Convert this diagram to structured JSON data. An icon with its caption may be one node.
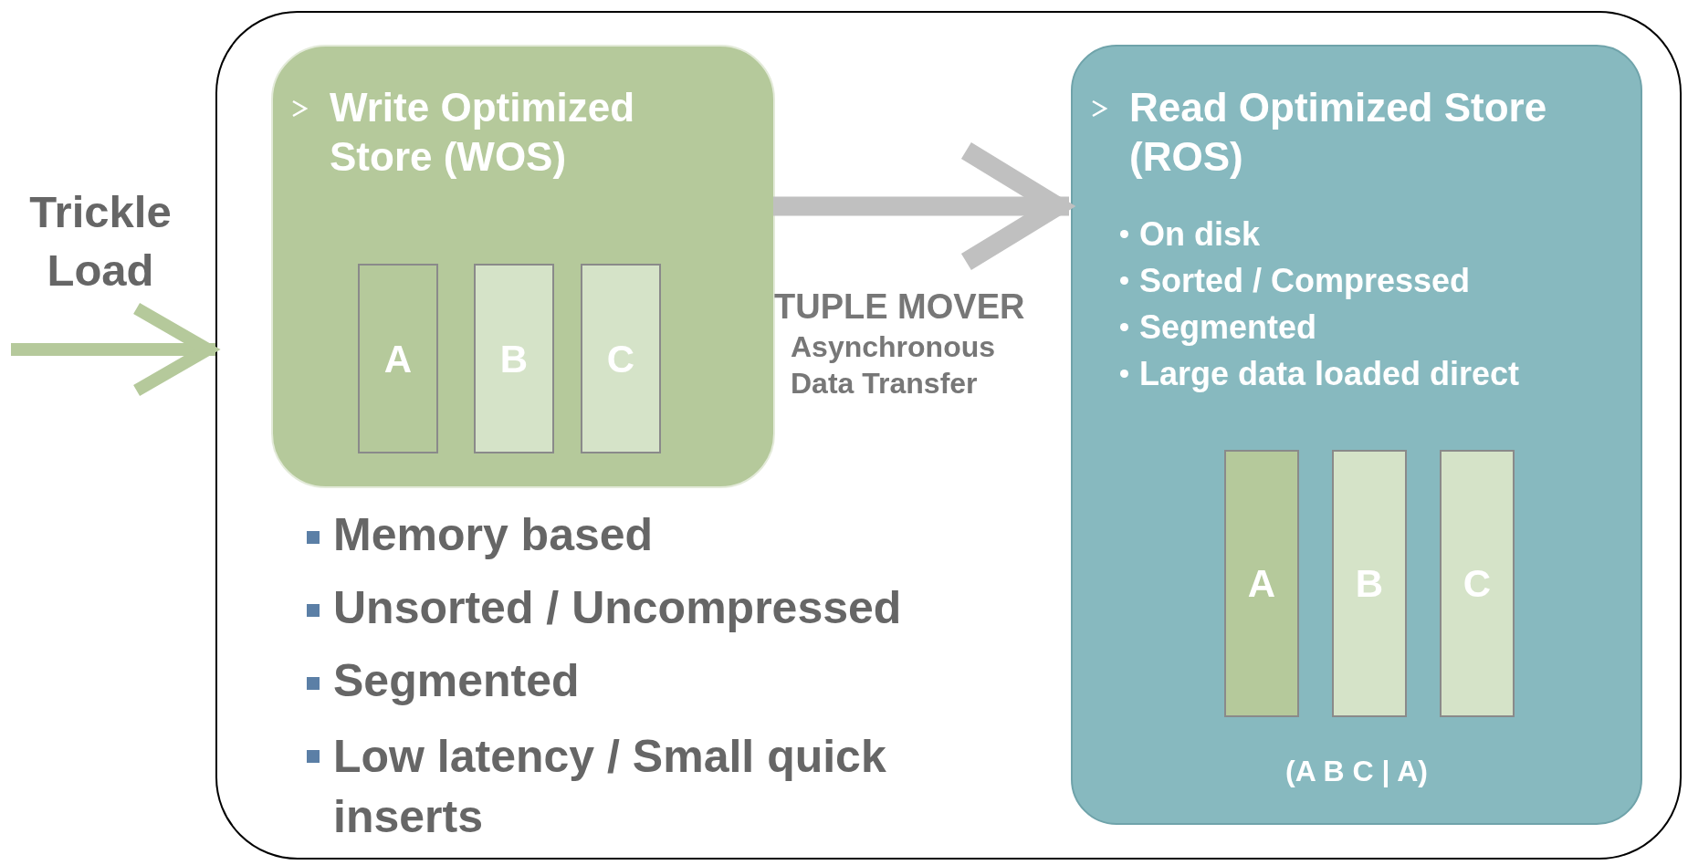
{
  "diagram": {
    "nodes": [
      {
        "text": [],
        "shape": "box"
      },
      {
        "text": [
          "Write Optimized Store (WOS)"
        ],
        "in": 0
      },
      {
        "text": [
          "A"
        ],
        "in": 1
      },
      {
        "text": [
          "B"
        ],
        "in": 1
      },
      {
        "text": [
          "C"
        ],
        "in": 1
      },
      {
        "text": [
          "Read Optimized Store (ROS)",
          "On disk",
          "Sorted / Compressed",
          "Segmented",
          "Large data loaded direct",
          "(A B C | A)"
        ],
        "in": 0
      },
      {
        "text": [
          "A"
        ],
        "in": 5
      },
      {
        "text": [
          "B"
        ],
        "in": 5
      },
      {
        "text": [
          "C"
        ],
        "in": 5
      }
    ],
    "edges": [
      {
        "from": null,
        "to": 0,
        "arrow": "to",
        "label": "Trickle Load",
        "color": "#b5c99b"
      },
      {
        "from": 1,
        "to": 5,
        "arrow": "to",
        "label": "TUPLE MOVER",
        "color": "#c0c0c0"
      }
    ],
    "labels": [
      "Asynchronous Data Transfer",
      "Memory based",
      "Unsorted / Uncompressed",
      "Segmented",
      "Low latency / Small quick inserts"
    ]
  }
}
